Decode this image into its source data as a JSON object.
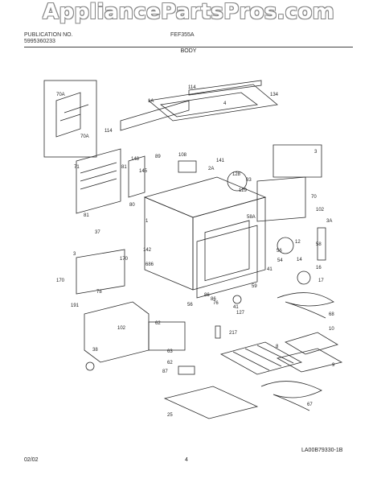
{
  "watermark": "AppliancePartsPros.com",
  "header": {
    "left_line1": "PUBLICATION NO.",
    "left_line2": "5995360233",
    "model": "FEF355A",
    "section": "BODY"
  },
  "diagram_code": "LA00B79330-1B",
  "footer": {
    "date": "02/02",
    "page": "4"
  },
  "callouts": [
    "70A",
    "70A",
    "114",
    "1A",
    "4",
    "134",
    "114",
    "71",
    "148",
    "145",
    "89",
    "108",
    "141",
    "2A",
    "128",
    "3",
    "81",
    "80",
    "83",
    "129",
    "70",
    "102",
    "81",
    "1",
    "58A",
    "3A",
    "37",
    "12",
    "56",
    "58",
    "14",
    "16",
    "3",
    "170",
    "142",
    "54",
    "17",
    "686",
    "41",
    "86",
    "76",
    "59",
    "170",
    "78",
    "56",
    "86",
    "41",
    "127",
    "191",
    "68",
    "62",
    "217",
    "10",
    "102",
    "8",
    "63",
    "38",
    "62",
    "87",
    "9",
    "25",
    "67"
  ],
  "colors": {
    "line": "#2a2a2a",
    "paper": "#ffffff"
  }
}
